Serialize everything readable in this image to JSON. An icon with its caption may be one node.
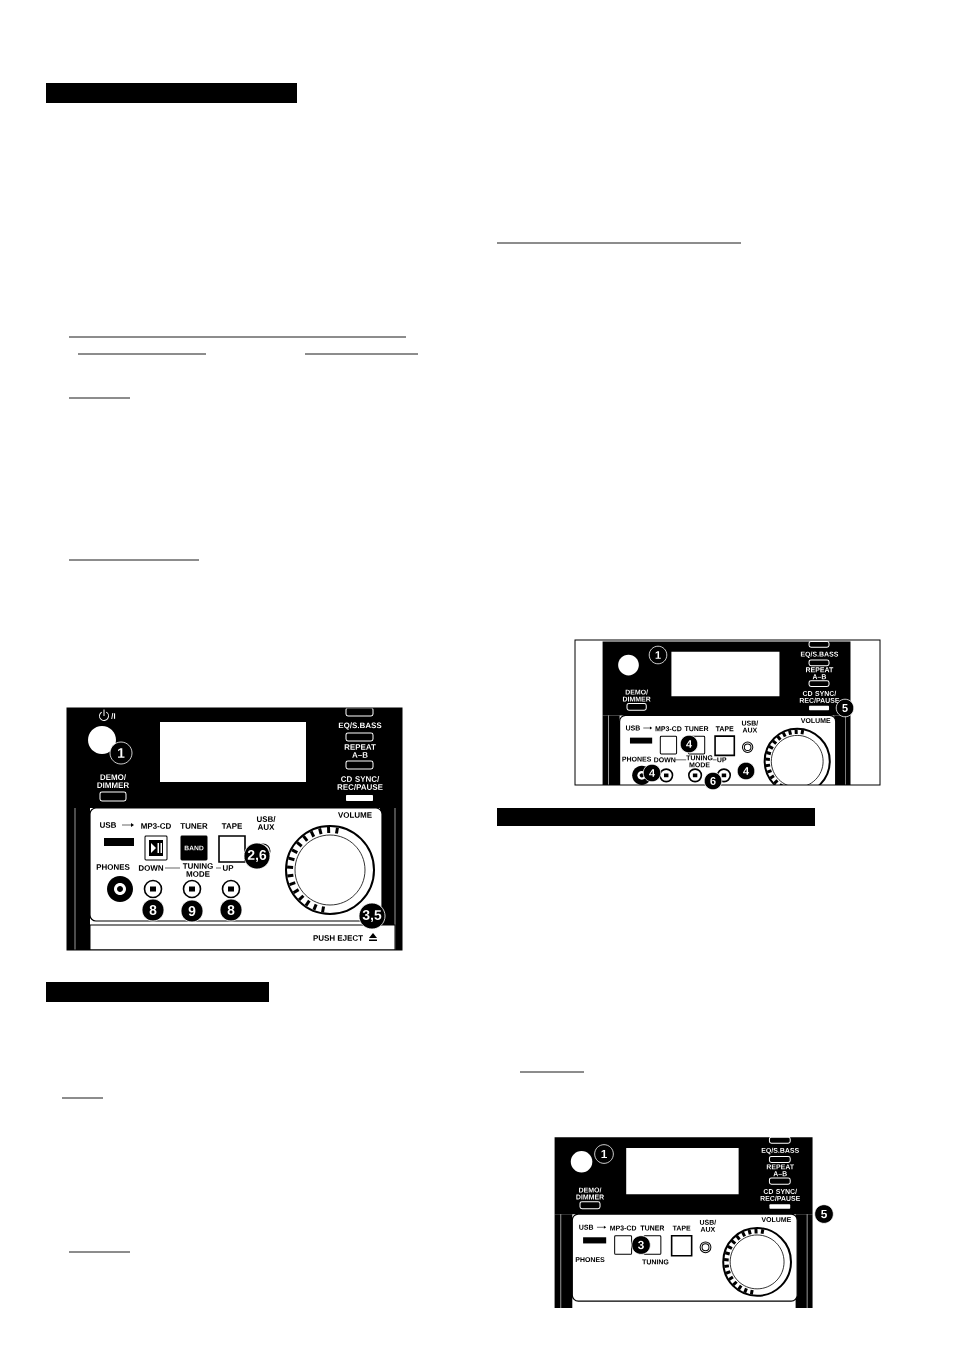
{
  "diagram": {
    "nodes": [
      {
        "text": [],
        "shape": "bar"
      },
      {
        "text": [],
        "shape": "bar"
      },
      {
        "text": [],
        "shape": "bar"
      },
      {
        "text": [],
        "shape": "box"
      },
      {
        "text": [],
        "shape": "box"
      },
      {
        "text": [],
        "shape": "box"
      }
    ],
    "labels": [
      "/I",
      "EQ/S.BASS",
      "REPEAT A–B",
      "DEMO/ DIMMER",
      "CD SYNC/ REC/PAUSE",
      "1",
      "USB",
      "MP3-CD",
      "TUNER",
      "TAPE",
      "USB/ AUX",
      "VOLUME",
      "BAND",
      "2,6",
      "PHONES",
      "DOWN",
      "TUNING MODE",
      "UP",
      "8",
      "9",
      "8",
      "3,5",
      "PUSH EJECT",
      "1",
      "EQ/S.BASS",
      "REPEAT A–B",
      "DEMO/ DIMMER",
      "CD SYNC/ REC/PAUSE",
      "5",
      "USB",
      "MP3-CD",
      "TUNER",
      "TAPE",
      "USB/ AUX",
      "VOLUME",
      "4",
      "PHONES",
      "DOWN",
      "TUNING MODE",
      "UP",
      "4",
      "4",
      "6",
      "1",
      "EQ/S.BASS",
      "REPEAT A–B",
      "DEMO/ DIMMER",
      "CD SYNC/ REC/PAUSE",
      "5",
      "USB",
      "MP3-CD",
      "TUNER",
      "TAPE",
      "USB/ AUX",
      "VOLUME",
      "3",
      "PHONES",
      "TUNING"
    ]
  }
}
